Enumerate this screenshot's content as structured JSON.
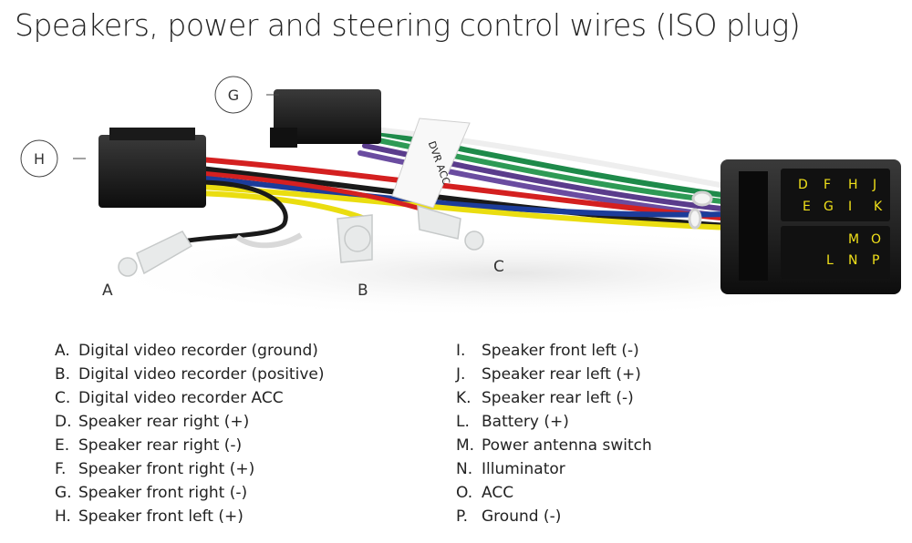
{
  "title": "Speakers, power and steering control wires (ISO plug)",
  "callouts": {
    "g": "G",
    "h": "H",
    "a": "A",
    "b": "B",
    "c": "C"
  },
  "tag_text": "DVR ACC",
  "connector_pins": {
    "row1": [
      "D",
      "F",
      "H",
      "J"
    ],
    "row2": [
      "E",
      "G",
      "I",
      "K"
    ],
    "row3": [
      "M",
      "O"
    ],
    "row4": [
      "L",
      "N",
      "P"
    ]
  },
  "legend_left": [
    {
      "letter": "A.",
      "text": "Digital video recorder (ground)"
    },
    {
      "letter": "B.",
      "text": "Digital video recorder (positive)"
    },
    {
      "letter": "C.",
      "text": "Digital video recorder ACC"
    },
    {
      "letter": "D.",
      "text": "Speaker rear right (+)"
    },
    {
      "letter": "E.",
      "text": "Speaker rear right (-)"
    },
    {
      "letter": "F.",
      "text": "Speaker front right (+)"
    },
    {
      "letter": "G.",
      "text": "Speaker front right (-)"
    },
    {
      "letter": "H.",
      "text": "Speaker front left (+)"
    }
  ],
  "legend_right": [
    {
      "letter": "I.",
      "text": "Speaker front left (-)"
    },
    {
      "letter": "J.",
      "text": "Speaker rear left (+)"
    },
    {
      "letter": "K.",
      "text": "Speaker rear left (-)"
    },
    {
      "letter": "L.",
      "text": "Battery (+)"
    },
    {
      "letter": "M.",
      "text": "Power antenna switch"
    },
    {
      "letter": "N.",
      "text": "Illuminator"
    },
    {
      "letter": "O.",
      "text": "ACC"
    },
    {
      "letter": "P.",
      "text": "Ground (-)"
    }
  ]
}
